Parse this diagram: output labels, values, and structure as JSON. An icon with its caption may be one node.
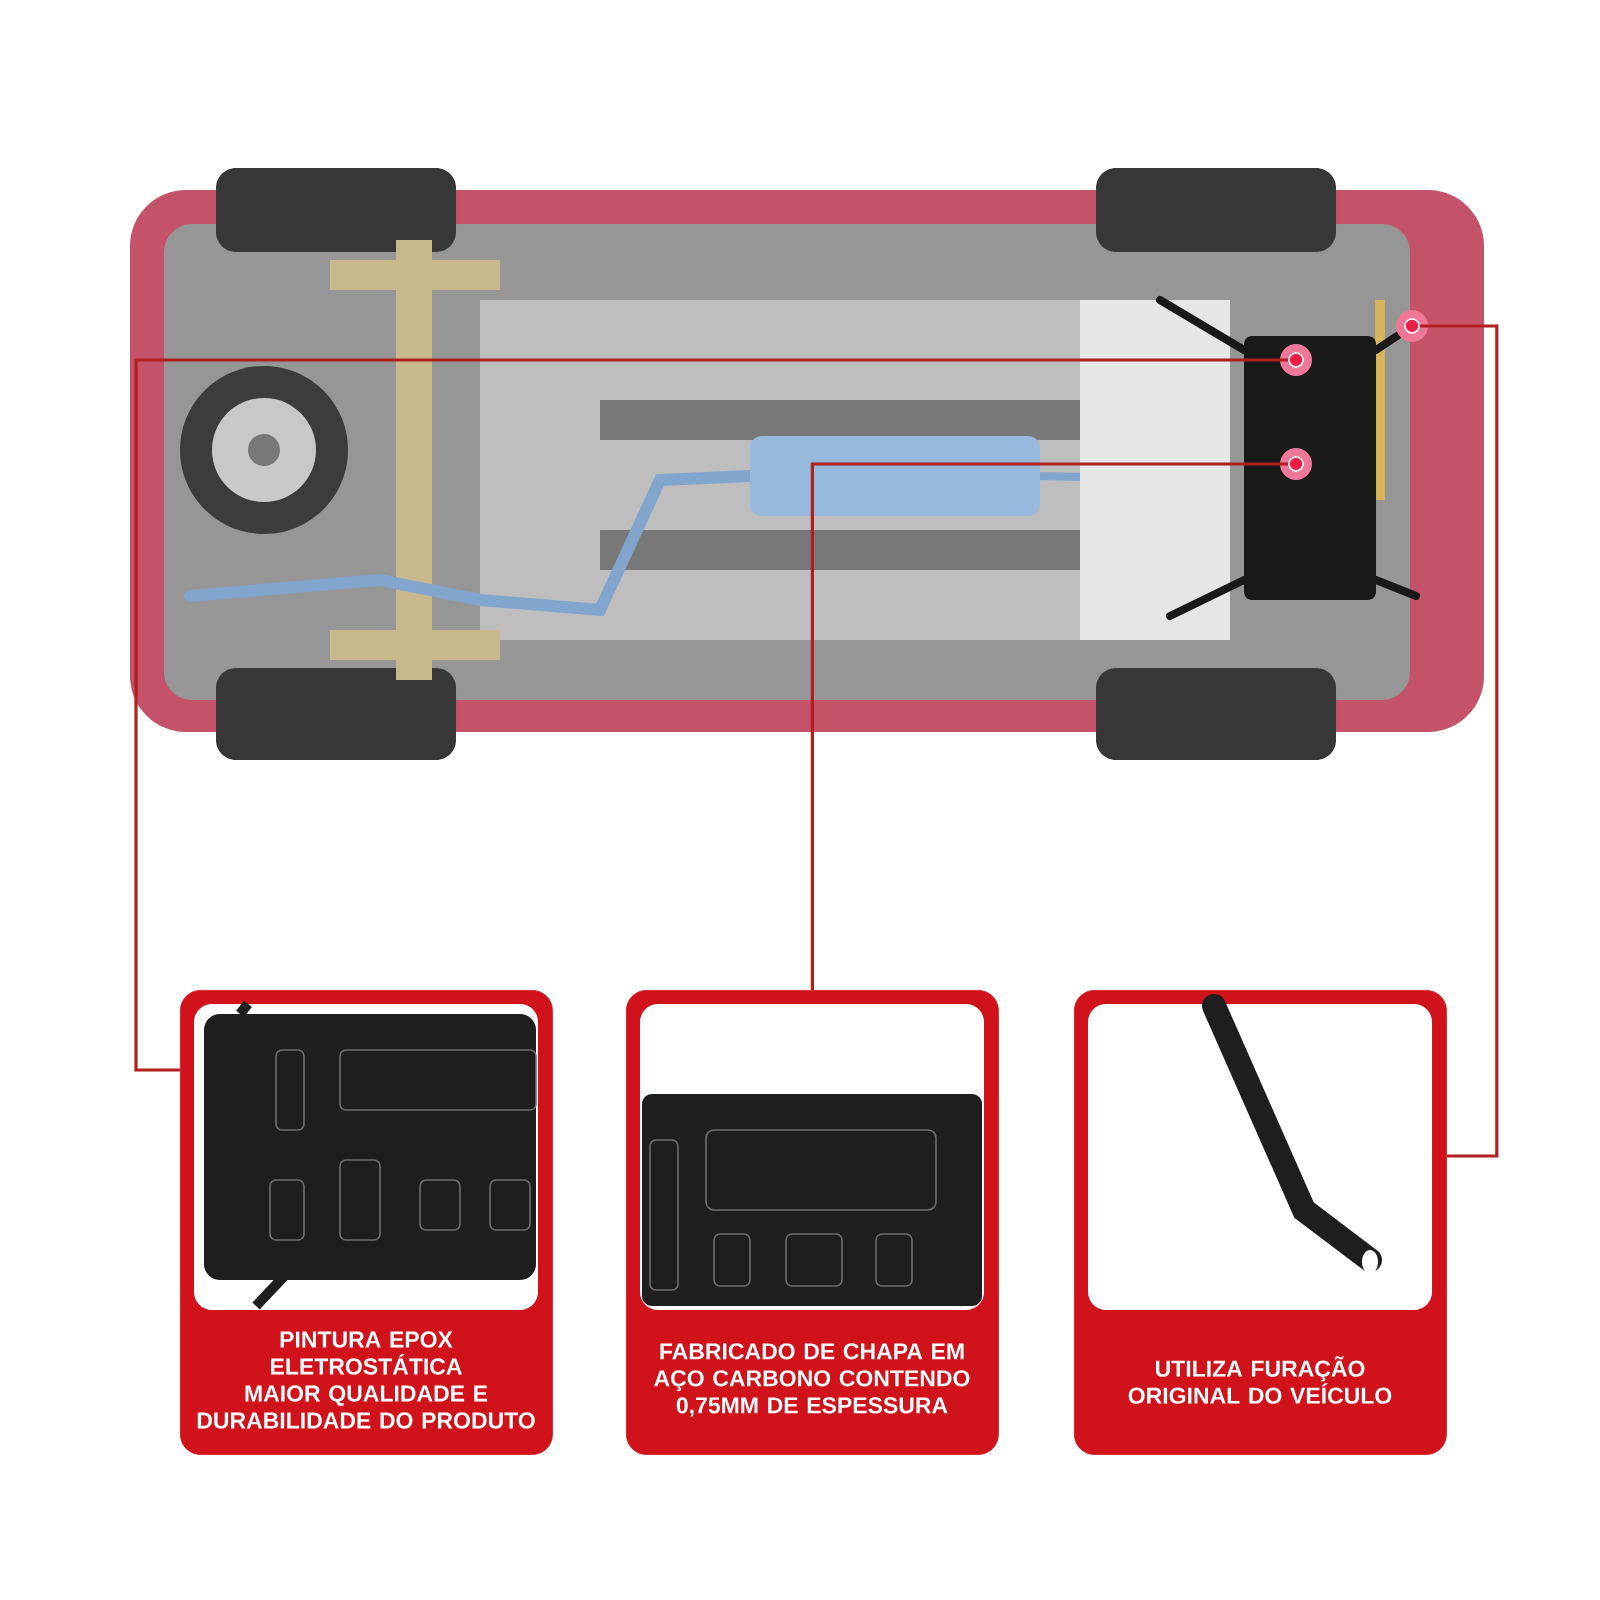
{
  "diagram": {
    "nodes": [
      {
        "text": [
          "PINTURA EPOX ELETROSTÁTICA MAIOR QUALIDADE E DURABILIDADE DO PRODUTO"
        ]
      },
      {
        "text": [
          "FABRICADO DE CHAPA EM AÇO CARBONO CONTENDO 0,75MM DE ESPESSURA"
        ]
      },
      {
        "text": [
          "UTILIZA FURAÇÃO ORIGINAL DO VEÍCULO"
        ]
      },
      {
        "text": [],
        "shape": "circle"
      },
      {
        "text": [],
        "shape": "circle"
      },
      {
        "text": [],
        "shape": "circle"
      }
    ],
    "edges": [
      {
        "from": 0,
        "to": 3,
        "arrow": "none"
      },
      {
        "from": 1,
        "to": 4,
        "arrow": "none"
      },
      {
        "from": 2,
        "to": 5,
        "arrow": "none"
      }
    ]
  }
}
